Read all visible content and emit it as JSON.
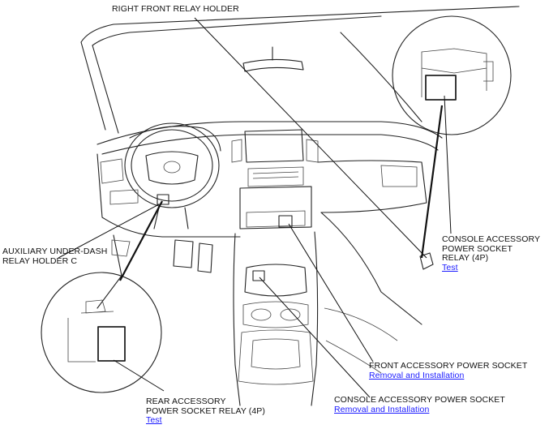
{
  "labels": {
    "right_front_relay_holder": "RIGHT FRONT RELAY HOLDER",
    "aux_under_dash_l1": "AUXILIARY UNDER-DASH",
    "aux_under_dash_l2": "RELAY HOLDER C",
    "console_relay_l1": "CONSOLE ACCESSORY",
    "console_relay_l2": "POWER SOCKET",
    "console_relay_l3": "RELAY (4P)",
    "front_socket": "FRONT ACCESSORY POWER SOCKET",
    "console_socket": "CONSOLE ACCESSORY POWER SOCKET",
    "rear_relay_l1": "REAR ACCESSORY",
    "rear_relay_l2": "POWER SOCKET RELAY (4P)"
  },
  "links": {
    "console_relay_test": "Test",
    "front_socket_removal": "Removal and Installation",
    "console_socket_removal": "Removal and Installation",
    "rear_relay_test": "Test"
  },
  "colors": {
    "line": "#222222",
    "link": "#1a1aff"
  }
}
